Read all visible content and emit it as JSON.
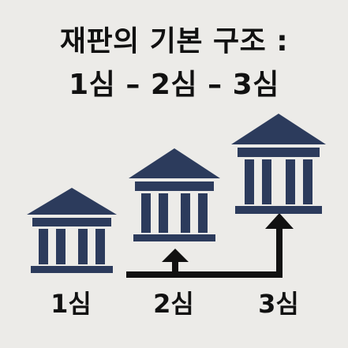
{
  "title": {
    "line1": "재판의 기본 구조 :",
    "line2": "1심 – 2심 – 3심"
  },
  "levels": [
    {
      "label": "1심"
    },
    {
      "label": "2심"
    },
    {
      "label": "3심"
    }
  ],
  "colors": {
    "background": "#ecebe8",
    "building": "#2c3b5c",
    "arrow": "#111111",
    "text": "#111111"
  },
  "icons": {
    "building": "courthouse-icon",
    "arrow": "up-arrow-icon"
  }
}
